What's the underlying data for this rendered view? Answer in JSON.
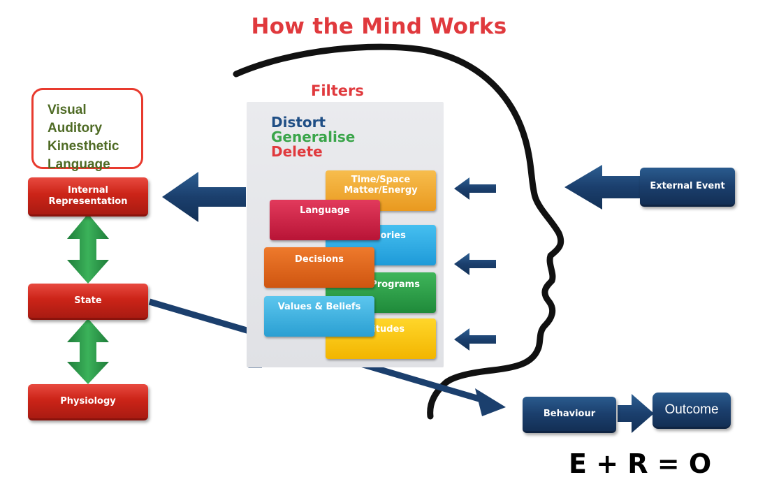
{
  "title": "How the Mind Works",
  "senses": [
    "Visual",
    "Auditory",
    "Kinesthetic",
    "Language"
  ],
  "left_boxes": {
    "internal_representation": "Internal Representation",
    "state": "State",
    "physiology": "Physiology"
  },
  "filters": {
    "label": "Filters",
    "processes": [
      "Distort",
      "Generalise",
      "Delete"
    ],
    "tiles": [
      "Time/Space Matter/Energy",
      "Language",
      "Memories",
      "Decisions",
      "Meta Programs",
      "Values & Beliefs",
      "Attitudes"
    ]
  },
  "right_boxes": {
    "external_event": "External Event",
    "behaviour": "Behaviour",
    "outcome": "Outcome"
  },
  "equation": "E + R = O",
  "colors": {
    "title_red": "#e0393d",
    "sense_green": "#4f6b25",
    "distort_blue": "#1f4e85",
    "generalise_green": "#3aa54a",
    "delete_red": "#e0393d",
    "navy": "#1b3f6d",
    "red_box": "#c9261b",
    "green_arrow": "#2e9a48"
  }
}
